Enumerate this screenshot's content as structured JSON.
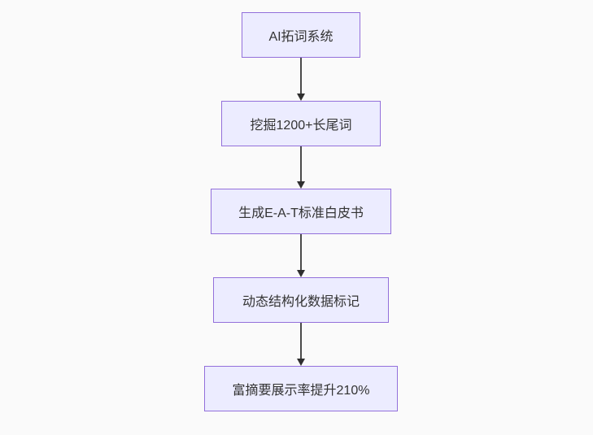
{
  "flowchart": {
    "type": "vertical-flow",
    "nodes": [
      {
        "label": "AI拓词系统"
      },
      {
        "label": "挖掘1200+长尾词"
      },
      {
        "label": "生成E-A-T标准白皮书"
      },
      {
        "label": "动态结构化数据标记"
      },
      {
        "label": "富摘要展示率提升210%"
      }
    ],
    "edges": [
      {
        "from": 0,
        "to": 1,
        "style": "arrow-down"
      },
      {
        "from": 1,
        "to": 2,
        "style": "arrow-down"
      },
      {
        "from": 2,
        "to": 3,
        "style": "arrow-down"
      },
      {
        "from": 3,
        "to": 4,
        "style": "arrow-down"
      }
    ],
    "colors": {
      "node_fill": "#ECECFF",
      "node_border": "#9370DB",
      "node_text": "#333333",
      "arrow": "#333333",
      "background": "#FAFAFA"
    }
  }
}
